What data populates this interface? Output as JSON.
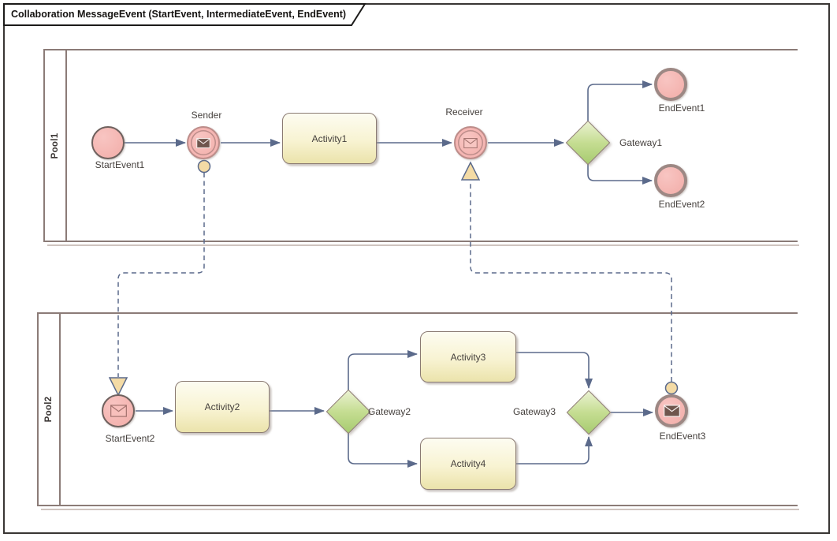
{
  "title": "Collaboration MessageEvent (StartEvent, IntermediateEvent, EndEvent)",
  "pool1": {
    "label": "Pool1"
  },
  "pool2": {
    "label": "Pool2"
  },
  "nodes": {
    "startEvent1": {
      "label": "StartEvent1",
      "type": "start-event"
    },
    "sender": {
      "label": "Sender",
      "type": "intermediate-message-throw-event"
    },
    "activity1": {
      "label": "Activity1",
      "type": "task"
    },
    "receiver": {
      "label": "Receiver",
      "type": "intermediate-message-catch-event"
    },
    "gateway1": {
      "label": "Gateway1",
      "type": "gateway"
    },
    "endEvent1": {
      "label": "EndEvent1",
      "type": "end-event"
    },
    "endEvent2": {
      "label": "EndEvent2",
      "type": "end-event"
    },
    "startEvent2": {
      "label": "StartEvent2",
      "type": "start-message-event"
    },
    "activity2": {
      "label": "Activity2",
      "type": "task"
    },
    "gateway2": {
      "label": "Gateway2",
      "type": "gateway"
    },
    "activity3": {
      "label": "Activity3",
      "type": "task"
    },
    "activity4": {
      "label": "Activity4",
      "type": "task"
    },
    "gateway3": {
      "label": "Gateway3",
      "type": "gateway"
    },
    "endEvent3": {
      "label": "EndEvent3",
      "type": "end-message-event"
    }
  },
  "flows": {
    "sequence": [
      {
        "from": "StartEvent1",
        "to": "Sender"
      },
      {
        "from": "Sender",
        "to": "Activity1"
      },
      {
        "from": "Activity1",
        "to": "Receiver"
      },
      {
        "from": "Receiver",
        "to": "Gateway1"
      },
      {
        "from": "Gateway1",
        "to": "EndEvent1"
      },
      {
        "from": "Gateway1",
        "to": "EndEvent2"
      },
      {
        "from": "StartEvent2",
        "to": "Activity2"
      },
      {
        "from": "Activity2",
        "to": "Gateway2"
      },
      {
        "from": "Gateway2",
        "to": "Activity3"
      },
      {
        "from": "Gateway2",
        "to": "Activity4"
      },
      {
        "from": "Activity3",
        "to": "Gateway3"
      },
      {
        "from": "Activity4",
        "to": "Gateway3"
      },
      {
        "from": "Gateway3",
        "to": "EndEvent3"
      }
    ],
    "message": [
      {
        "from": "Sender",
        "to": "StartEvent2"
      },
      {
        "from": "EndEvent3",
        "to": "Receiver"
      }
    ]
  },
  "colors": {
    "flow_line": "#5b6a8b",
    "event_fill": "#f5b6b3",
    "start_event_border": "#6f615e",
    "intermediate_event_border": "#bd8d8a",
    "end_event_border": "#9d8884",
    "activity_fill_top": "#fdfcf1",
    "activity_fill_bottom": "#ebe3ab",
    "activity_border": "#8a7a72",
    "gateway_fill": "#a7cb70",
    "gateway_border": "#8d7d71",
    "pool_border": "#8b7b77",
    "message_marker_fill": "#f4dba5",
    "envelope_dark": "#6f564d",
    "envelope_light_stroke": "#a3736f",
    "frame_border": "#393634"
  }
}
